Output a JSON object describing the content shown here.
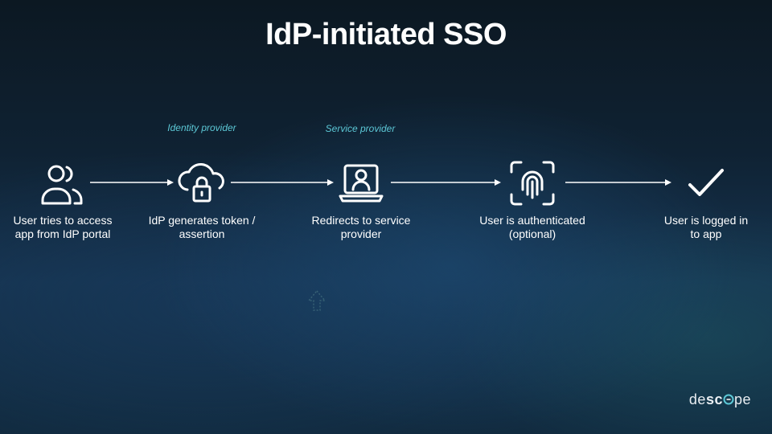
{
  "title": "IdP-initiated SSO",
  "captions": {
    "identity_provider": "Identity provider",
    "service_provider": "Service provider"
  },
  "steps": [
    {
      "icon": "users-icon",
      "line1": "User tries to access",
      "line2": "app from IdP portal"
    },
    {
      "icon": "cloud-lock-icon",
      "line1": "IdP generates token /",
      "line2": "assertion"
    },
    {
      "icon": "laptop-user-icon",
      "line1": "Redirects to service",
      "line2": "provider"
    },
    {
      "icon": "fingerprint-icon",
      "line1": "User is authenticated",
      "line2": "(optional)"
    },
    {
      "icon": "checkmark-icon",
      "line1": "User is logged in",
      "line2": "to app"
    }
  ],
  "logo": {
    "part1": "de",
    "part2": "sc",
    "part3": "pe"
  },
  "colors": {
    "accent": "#5cc8d6",
    "text": "#ffffff"
  }
}
